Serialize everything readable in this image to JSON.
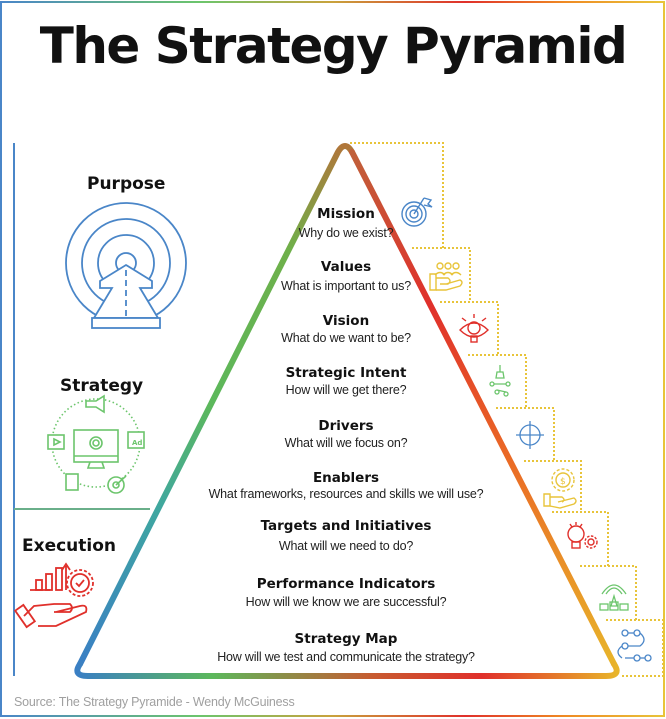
{
  "title": "The Strategy Pyramid",
  "source": "Source: The Strategy Pyramide - Wendy McGuiness",
  "colors": {
    "blue": "#4a86c8",
    "green": "#5cb85c",
    "yellow": "#e8c43a",
    "orange": "#ef8a23",
    "red": "#e0302b",
    "purpose_icon": "#4a86c8",
    "strategy_icon": "#6cc56c",
    "execution_icon": "#e0302b"
  },
  "sections": [
    {
      "label": "Purpose",
      "icon": "road-target-icon"
    },
    {
      "label": "Strategy",
      "icon": "digital-strategy-icon"
    },
    {
      "label": "Execution",
      "icon": "growth-hand-icon"
    }
  ],
  "levels": [
    {
      "title": "Mission",
      "question": "Why  do we exist?",
      "icon": "target-flag-icon",
      "section": "Purpose"
    },
    {
      "title": "Values",
      "question": "What is important to us?",
      "icon": "people-hand-icon",
      "section": "Purpose"
    },
    {
      "title": "Vision",
      "question": "What do we want to be?",
      "icon": "eye-bulb-icon",
      "section": "Purpose"
    },
    {
      "title": "Strategic Intent",
      "question": "How will we get there?",
      "icon": "chess-path-icon",
      "section": "Strategy"
    },
    {
      "title": "Drivers",
      "question": "What will we focus on?",
      "icon": "crosshair-icon",
      "section": "Strategy"
    },
    {
      "title": "Enablers",
      "question": "What frameworks, resources and skills we will use?",
      "icon": "gear-dollar-hand-icon",
      "section": "Strategy"
    },
    {
      "title": "Targets and Initiatives",
      "question": "What will we need to do?",
      "icon": "bulb-gear-icon",
      "section": "Execution"
    },
    {
      "title": "Performance Indicators",
      "question": "How will we know we are successful?",
      "icon": "gauge-people-icon",
      "section": "Execution"
    },
    {
      "title": "Strategy Map",
      "question": "How will we test and communicate the strategy?",
      "icon": "workflow-path-icon",
      "section": "Execution"
    }
  ]
}
